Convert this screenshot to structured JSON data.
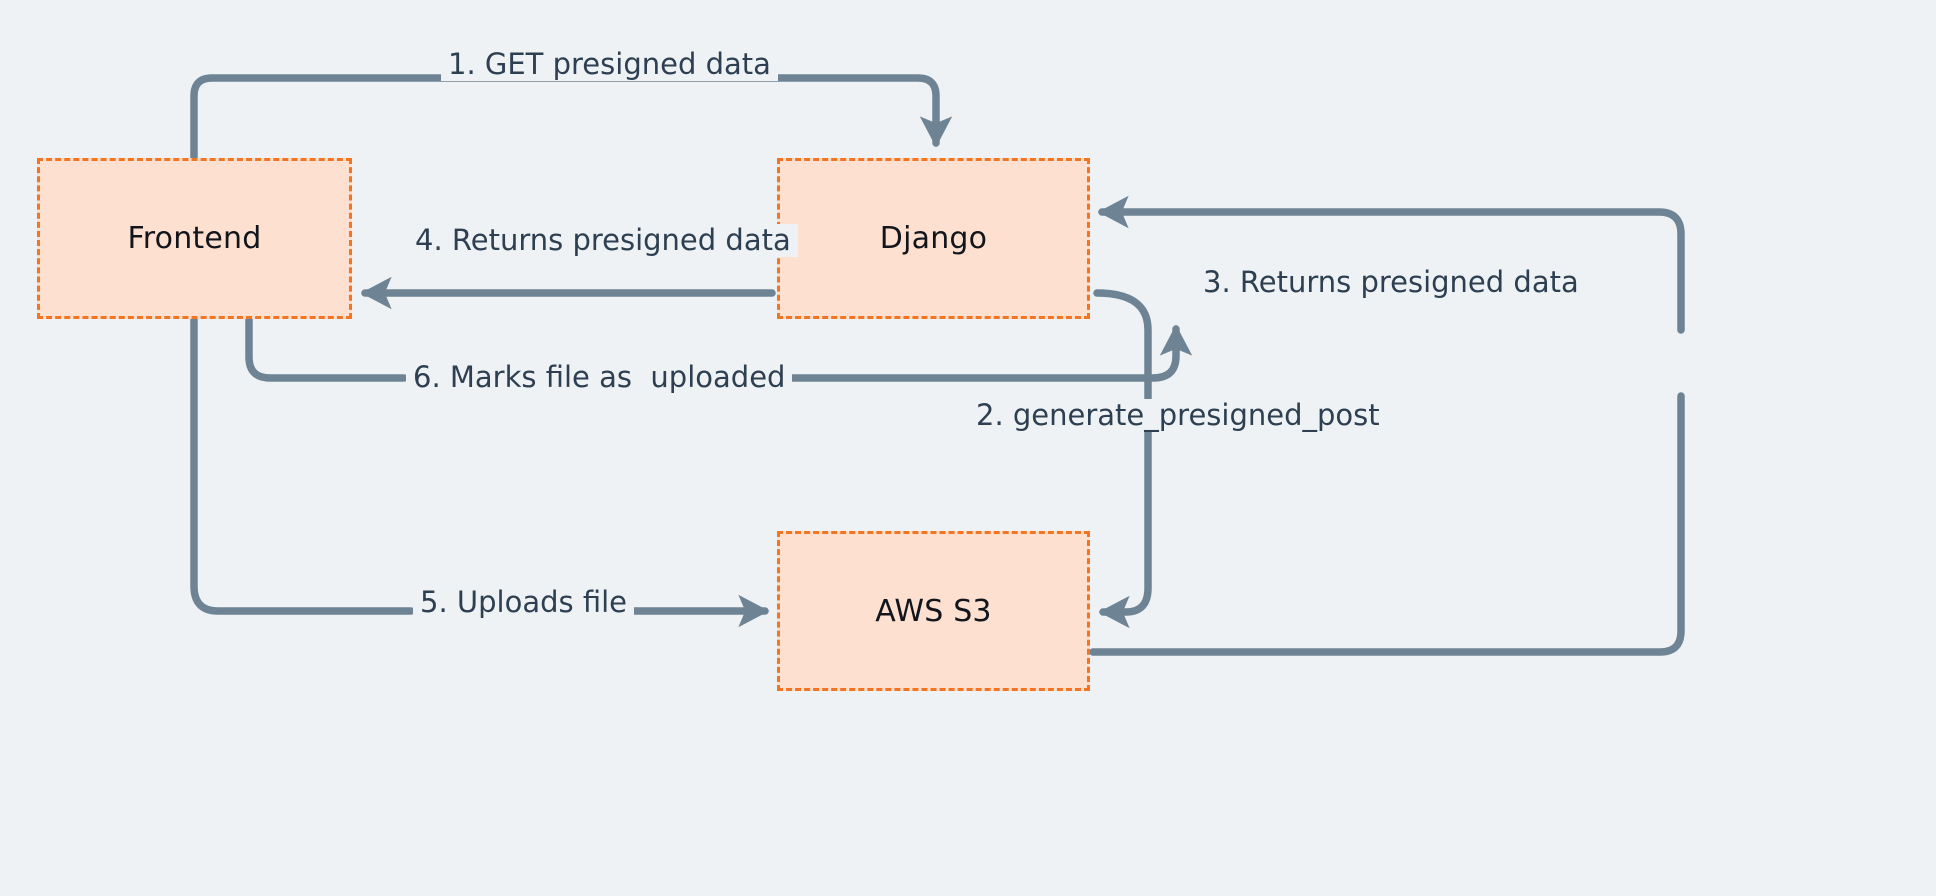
{
  "diagram": {
    "background_color": "#eef2f5",
    "node_fill_color": "#fde0cf",
    "node_border_color": "#f47421",
    "edge_color": "#6e8494",
    "edge_label_color": "#2d3f50",
    "node_label_color": "#12161c"
  },
  "nodes": [
    {
      "id": "frontend",
      "label": "Frontend"
    },
    {
      "id": "django",
      "label": "Django"
    },
    {
      "id": "s3",
      "label": "AWS S3"
    }
  ],
  "edges": [
    {
      "step": "1",
      "label": "1. GET presigned data",
      "from": "frontend",
      "to": "django"
    },
    {
      "step": "2",
      "label": "2. generate_presigned_post",
      "from": "django",
      "to": "s3"
    },
    {
      "step": "3",
      "label": "3. Returns presigned data",
      "from": "s3",
      "to": "django"
    },
    {
      "step": "4",
      "label": "4. Returns presigned data",
      "from": "django",
      "to": "frontend"
    },
    {
      "step": "5",
      "label": "5. Uploads file",
      "from": "frontend",
      "to": "s3"
    },
    {
      "step": "6",
      "label": "6. Marks file as  uploaded",
      "from": "frontend",
      "to": "django"
    }
  ]
}
